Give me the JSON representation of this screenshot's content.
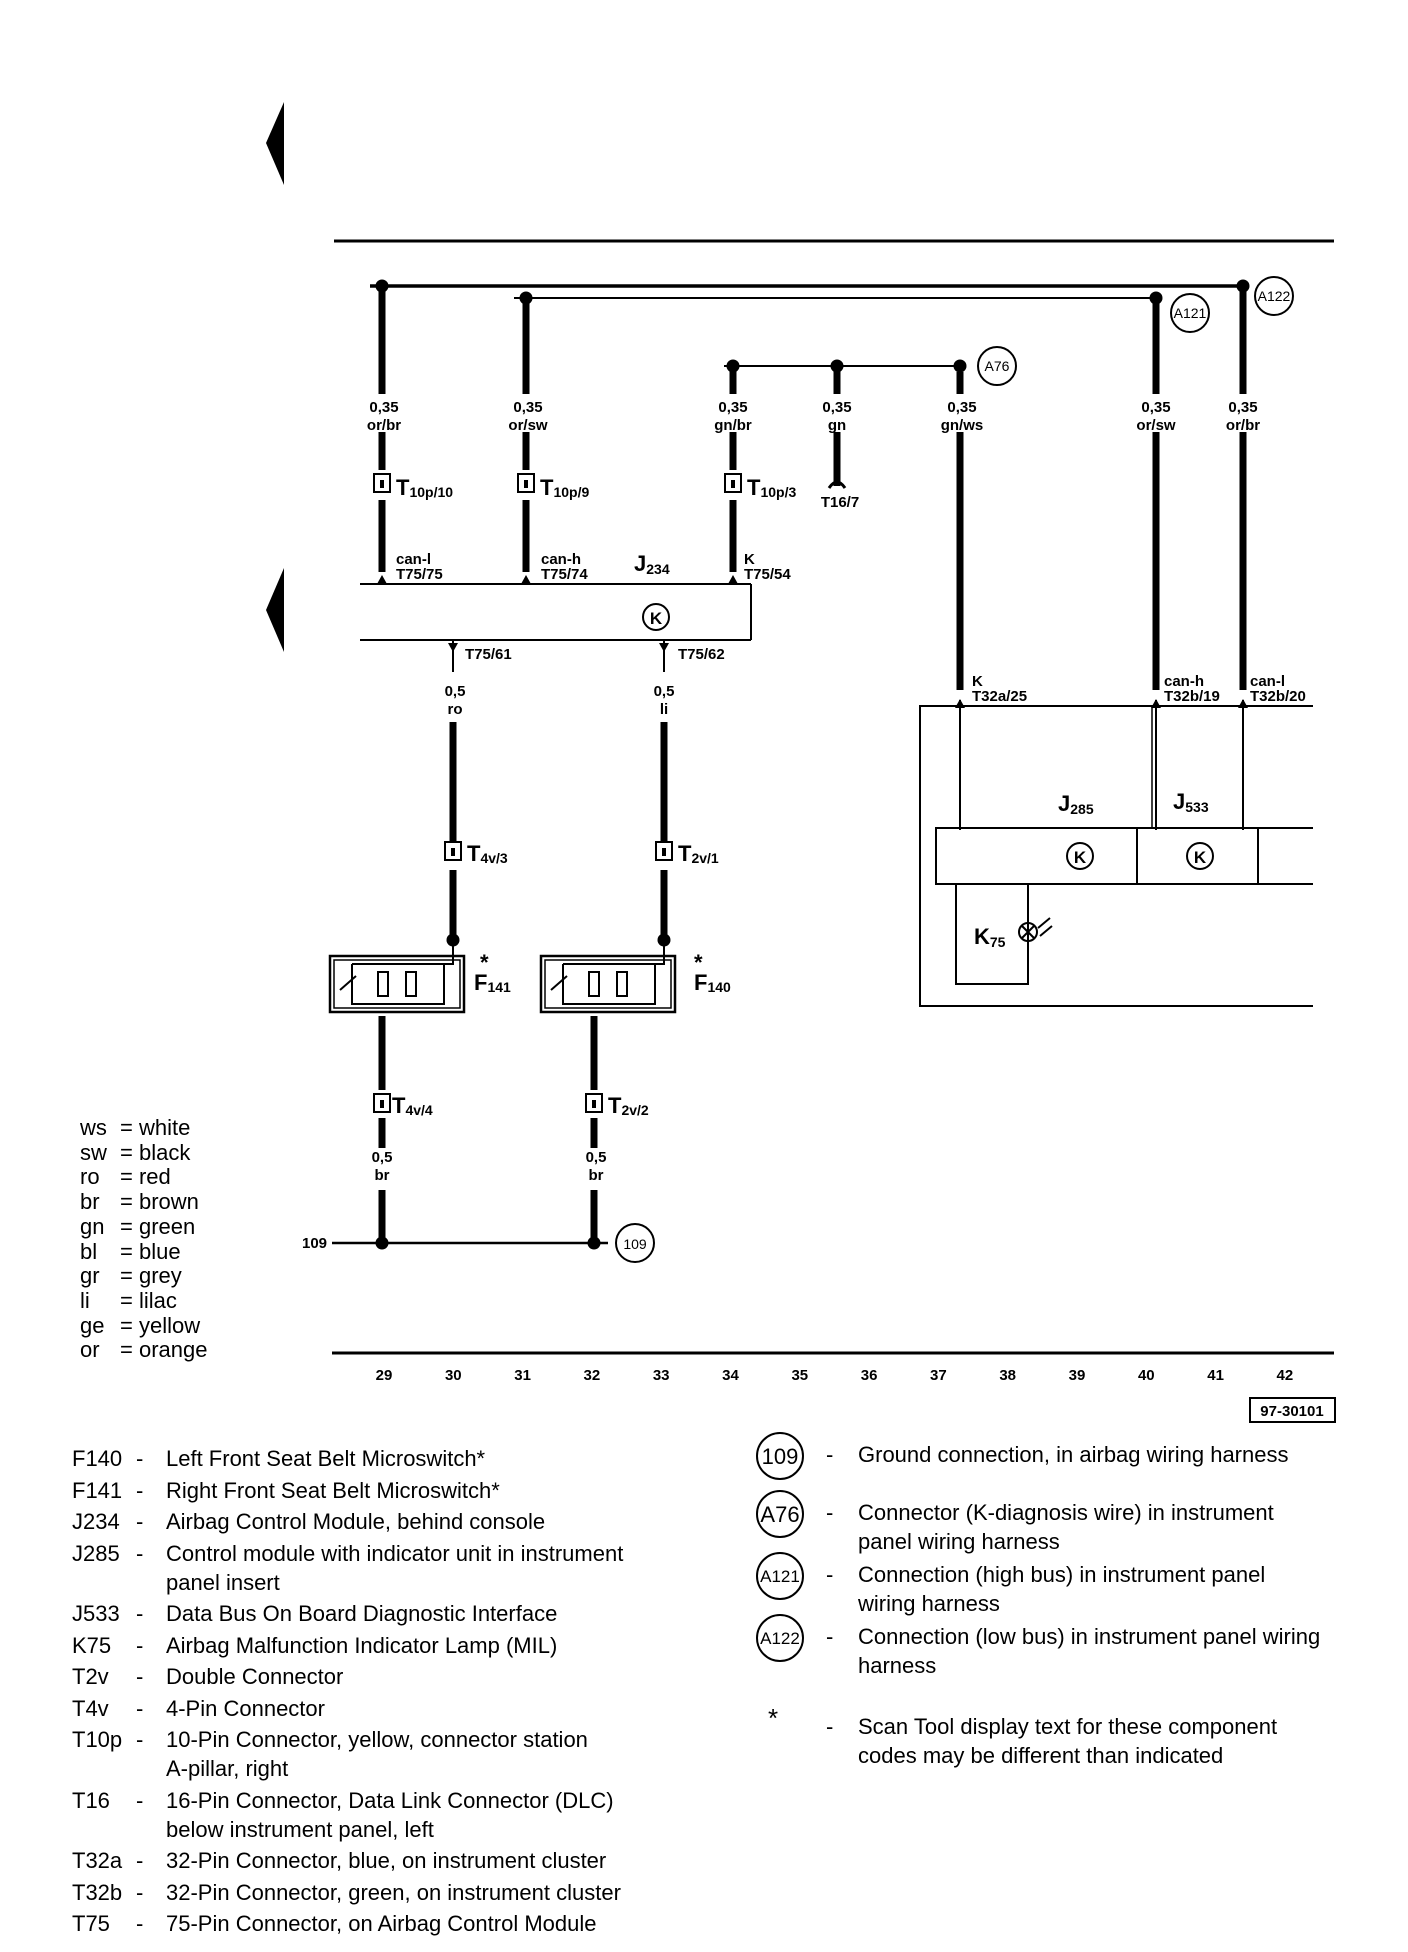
{
  "wires": {
    "w29": {
      "gauge": "0,35",
      "color": "or/br"
    },
    "w31": {
      "gauge": "0,35",
      "color": "or/sw"
    },
    "w34": {
      "gauge": "0,35",
      "color": "gn/br"
    },
    "w35": {
      "gauge": "0,35",
      "color": "gn"
    },
    "w37": {
      "gauge": "0,35",
      "color": "gn/ws"
    },
    "w40": {
      "gauge": "0,35",
      "color": "or/sw"
    },
    "w41": {
      "gauge": "0,35",
      "color": "or/br"
    },
    "w30": {
      "gauge": "0,5",
      "color": "ro"
    },
    "w33": {
      "gauge": "0,5",
      "color": "li"
    },
    "w30b": {
      "gauge": "0,5",
      "color": "br"
    },
    "w32b": {
      "gauge": "0,5",
      "color": "br"
    }
  },
  "connectors": {
    "t10p10": {
      "main": "T",
      "sub": "10p/10"
    },
    "t10p9": {
      "main": "T",
      "sub": "10p/9"
    },
    "t10p3": {
      "main": "T",
      "sub": "10p/3"
    },
    "t16_7": "T16/7",
    "t4v3": {
      "main": "T",
      "sub": "4v/3"
    },
    "t2v1": {
      "main": "T",
      "sub": "2v/1"
    },
    "t4v4": {
      "main": "T",
      "sub": "4v/4"
    },
    "t2v2": {
      "main": "T",
      "sub": "2v/2"
    }
  },
  "pins": {
    "j234_75": {
      "signal": "can-l",
      "pin": "T75/75"
    },
    "j234_74": {
      "signal": "can-h",
      "pin": "T75/74"
    },
    "j234_54": {
      "signal": "K",
      "pin": "T75/54"
    },
    "j234_61": "T75/61",
    "j234_62": "T75/62",
    "j285_25": {
      "signal": "K",
      "pin": "T32a/25"
    },
    "j533_19": {
      "signal": "can-h",
      "pin": "T32b/19"
    },
    "j533_20": {
      "signal": "can-l",
      "pin": "T32b/20"
    }
  },
  "components": {
    "j234": {
      "main": "J",
      "sub": "234"
    },
    "j285": {
      "main": "J",
      "sub": "285"
    },
    "j533": {
      "main": "J",
      "sub": "533"
    },
    "k75": {
      "main": "K",
      "sub": "75"
    },
    "f141": {
      "main": "F",
      "sub": "141",
      "mark": "*"
    },
    "f140": {
      "main": "F",
      "sub": "140",
      "mark": "*"
    },
    "k_symbol": "K"
  },
  "circles": {
    "a76": "A76",
    "a121": "A121",
    "a122": "A122",
    "g109": "109"
  },
  "ground_label": "109",
  "ruler": [
    "29",
    "30",
    "31",
    "32",
    "33",
    "34",
    "35",
    "36",
    "37",
    "38",
    "39",
    "40",
    "41",
    "42"
  ],
  "diagram_code": "97-30101",
  "color_legend": [
    {
      "abbr": "ws",
      "name": "white"
    },
    {
      "abbr": "sw",
      "name": "black"
    },
    {
      "abbr": "ro",
      "name": "red"
    },
    {
      "abbr": "br",
      "name": "brown"
    },
    {
      "abbr": "gn",
      "name": "green"
    },
    {
      "abbr": "bl",
      "name": "blue"
    },
    {
      "abbr": "gr",
      "name": "grey"
    },
    {
      "abbr": "li",
      "name": "lilac"
    },
    {
      "abbr": "ge",
      "name": "yellow"
    },
    {
      "abbr": "or",
      "name": "orange"
    }
  ],
  "legend_left": [
    {
      "code": "F140",
      "dash": "-",
      "lines": [
        "Left Front Seat Belt Microswitch*"
      ]
    },
    {
      "code": "F141",
      "dash": "-",
      "lines": [
        "Right Front Seat Belt Microswitch*"
      ]
    },
    {
      "code": "J234",
      "dash": "-",
      "lines": [
        "Airbag Control Module, behind console"
      ]
    },
    {
      "code": "J285",
      "dash": "-",
      "lines": [
        "Control module with indicator unit in instrument",
        "panel insert"
      ]
    },
    {
      "code": "J533",
      "dash": "-",
      "lines": [
        "Data Bus On Board Diagnostic Interface"
      ]
    },
    {
      "code": "K75",
      "dash": "-",
      "lines": [
        "Airbag Malfunction Indicator Lamp (MIL)"
      ]
    },
    {
      "code": "T2v",
      "dash": "-",
      "lines": [
        "Double Connector"
      ]
    },
    {
      "code": "T4v",
      "dash": "-",
      "lines": [
        "4-Pin Connector"
      ]
    },
    {
      "code": "T10p",
      "dash": "-",
      "lines": [
        "10-Pin Connector, yellow, connector station",
        "A-pillar, right"
      ]
    },
    {
      "code": "T16",
      "dash": "-",
      "lines": [
        "16-Pin Connector, Data Link Connector (DLC)",
        "below instrument panel, left"
      ]
    },
    {
      "code": "T32a",
      "dash": "-",
      "lines": [
        "32-Pin Connector, blue, on instrument cluster"
      ]
    },
    {
      "code": "T32b",
      "dash": "-",
      "lines": [
        "32-Pin Connector, green, on instrument cluster"
      ]
    },
    {
      "code": "T75",
      "dash": "-",
      "lines": [
        "75-Pin Connector, on Airbag Control Module"
      ]
    }
  ],
  "legend_right": [
    {
      "symbol": "109",
      "dash": "-",
      "lines": [
        "Ground connection, in airbag wiring harness"
      ]
    },
    {
      "symbol": "A76",
      "dash": "-",
      "lines": [
        "Connector (K-diagnosis wire) in instrument",
        "panel wiring harness"
      ]
    },
    {
      "symbol": "A121",
      "dash": "-",
      "lines": [
        "Connection (high bus) in instrument panel",
        "wiring harness"
      ]
    },
    {
      "symbol": "A122",
      "dash": "-",
      "lines": [
        "Connection (low bus) in instrument panel wiring",
        "harness"
      ]
    }
  ],
  "footnote": {
    "symbol": "*",
    "dash": "-",
    "lines": [
      "Scan Tool display text for these component",
      "codes may be different than indicated"
    ]
  }
}
